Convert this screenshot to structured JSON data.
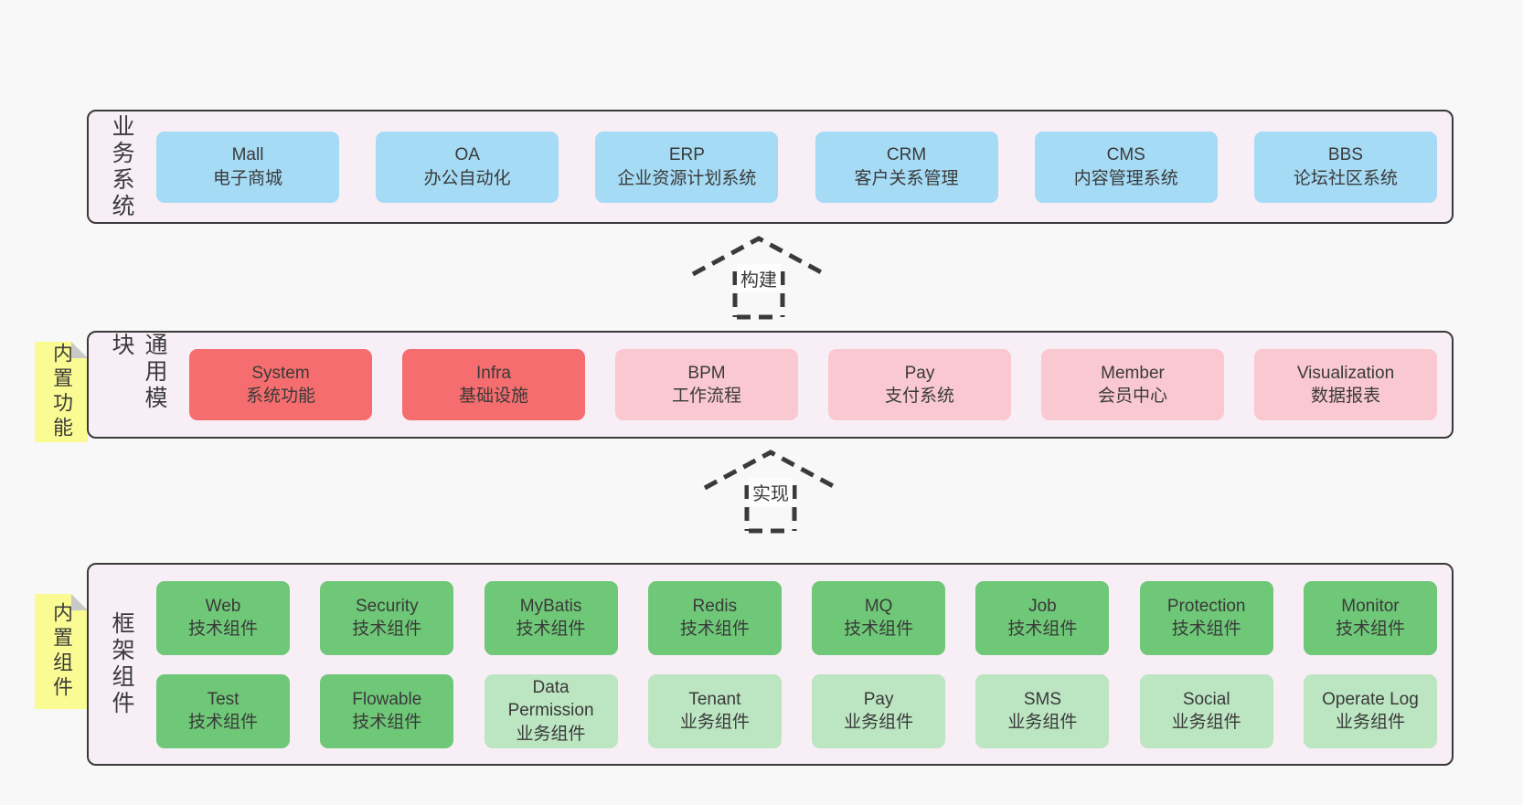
{
  "colors": {
    "page_bg": "#f8f8f8",
    "panel_bg": "#f8eef6",
    "panel_border": "#3a3a3a",
    "blue_box": "#a5dbf5",
    "red_box": "#f56d6e",
    "pink_box": "#f9c8d0",
    "green_box": "#6ec877",
    "light_green_box": "#bce5c2",
    "sticky_note": "#fbfb93",
    "text": "#3b3b3b"
  },
  "arrows": {
    "build": "构建",
    "implement": "实现"
  },
  "sections": {
    "business": {
      "label": "业务系统",
      "boxes": [
        {
          "name": "Mall",
          "desc": "电子商城"
        },
        {
          "name": "OA",
          "desc": "办公自动化"
        },
        {
          "name": "ERP",
          "desc": "企业资源计划系统"
        },
        {
          "name": "CRM",
          "desc": "客户关系管理"
        },
        {
          "name": "CMS",
          "desc": "内容管理系统"
        },
        {
          "name": "BBS",
          "desc": "论坛社区系统"
        }
      ]
    },
    "modules": {
      "label": "通用模块",
      "sticky": "内置功能",
      "boxes": [
        {
          "name": "System",
          "desc": "系统功能"
        },
        {
          "name": "Infra",
          "desc": "基础设施"
        },
        {
          "name": "BPM",
          "desc": "工作流程"
        },
        {
          "name": "Pay",
          "desc": "支付系统"
        },
        {
          "name": "Member",
          "desc": "会员中心"
        },
        {
          "name": "Visualization",
          "desc": "数据报表"
        }
      ]
    },
    "framework": {
      "label": "框架组件",
      "sticky": "内置组件",
      "rows": [
        [
          {
            "name": "Web",
            "desc": "技术组件"
          },
          {
            "name": "Security",
            "desc": "技术组件"
          },
          {
            "name": "MyBatis",
            "desc": "技术组件"
          },
          {
            "name": "Redis",
            "desc": "技术组件"
          },
          {
            "name": "MQ",
            "desc": "技术组件"
          },
          {
            "name": "Job",
            "desc": "技术组件"
          },
          {
            "name": "Protection",
            "desc": "技术组件"
          },
          {
            "name": "Monitor",
            "desc": "技术组件"
          }
        ],
        [
          {
            "name": "Test",
            "desc": "技术组件"
          },
          {
            "name": "Flowable",
            "desc": "技术组件"
          },
          {
            "name": "Data Permission",
            "desc": "业务组件"
          },
          {
            "name": "Tenant",
            "desc": "业务组件"
          },
          {
            "name": "Pay",
            "desc": "业务组件"
          },
          {
            "name": "SMS",
            "desc": "业务组件"
          },
          {
            "name": "Social",
            "desc": "业务组件"
          },
          {
            "name": "Operate Log",
            "desc": "业务组件"
          }
        ]
      ]
    }
  }
}
